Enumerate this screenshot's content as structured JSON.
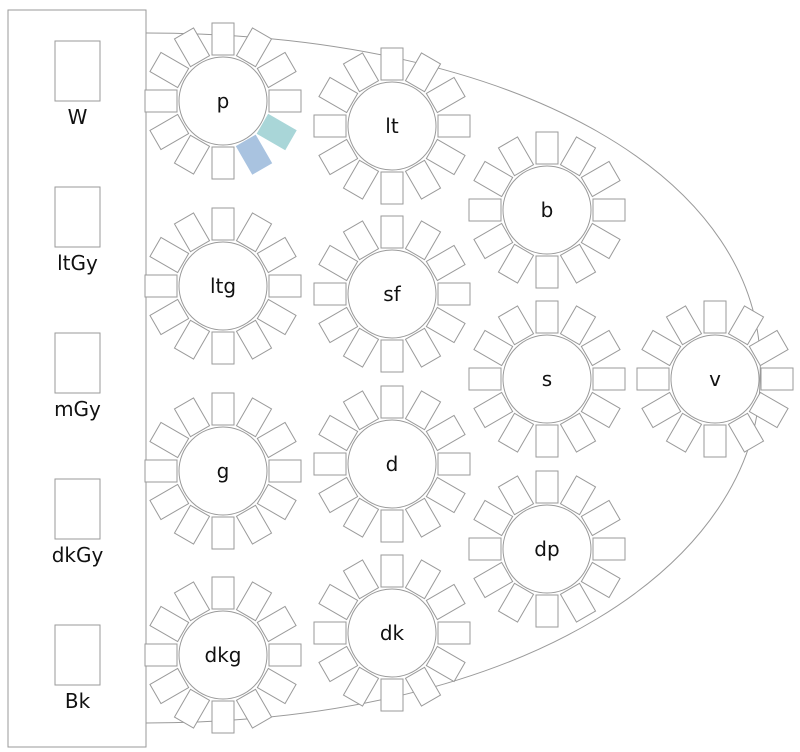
{
  "diagram": {
    "side_table": {
      "slots": [
        {
          "label": "W"
        },
        {
          "label": "ltGy"
        },
        {
          "label": "mGy"
        },
        {
          "label": "dkGy"
        },
        {
          "label": "Bk"
        }
      ]
    },
    "tables": [
      {
        "id": "p",
        "label": "p",
        "chairs": 12,
        "highlights": [
          {
            "chair": 4,
            "color": "#a9d6d8"
          },
          {
            "chair": 5,
            "color": "#a9c3e0"
          }
        ]
      },
      {
        "id": "lt",
        "label": "lt",
        "chairs": 12,
        "highlights": []
      },
      {
        "id": "b",
        "label": "b",
        "chairs": 12,
        "highlights": []
      },
      {
        "id": "ltg",
        "label": "ltg",
        "chairs": 12,
        "highlights": []
      },
      {
        "id": "sf",
        "label": "sf",
        "chairs": 12,
        "highlights": []
      },
      {
        "id": "s",
        "label": "s",
        "chairs": 12,
        "highlights": []
      },
      {
        "id": "v",
        "label": "v",
        "chairs": 12,
        "highlights": []
      },
      {
        "id": "g",
        "label": "g",
        "chairs": 12,
        "highlights": []
      },
      {
        "id": "d",
        "label": "d",
        "chairs": 12,
        "highlights": []
      },
      {
        "id": "dp",
        "label": "dp",
        "chairs": 12,
        "highlights": []
      },
      {
        "id": "dkg",
        "label": "dkg",
        "chairs": 12,
        "highlights": []
      },
      {
        "id": "dk",
        "label": "dk",
        "chairs": 12,
        "highlights": []
      }
    ]
  }
}
